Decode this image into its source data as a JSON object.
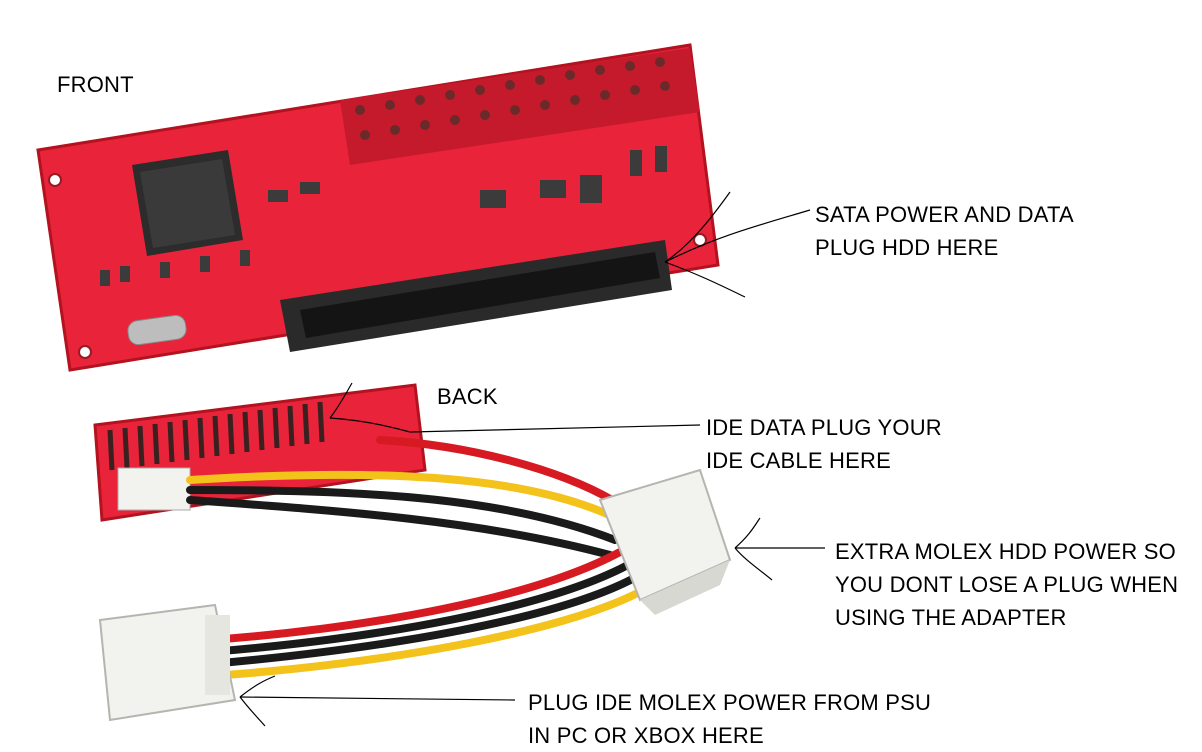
{
  "labels": {
    "front": "FRONT",
    "back": "BACK",
    "sata": [
      "SATA POWER AND DATA",
      "PLUG HDD HERE"
    ],
    "ide_data": [
      "IDE DATA PLUG YOUR",
      "IDE CABLE HERE"
    ],
    "molex_extra": [
      "EXTRA MOLEX HDD POWER SO",
      "YOU DONT LOSE A PLUG WHEN",
      "USING THE ADAPTER"
    ],
    "molex_psu": [
      "PLUG IDE MOLEX POWER FROM PSU",
      "IN PC OR XBOX HERE"
    ]
  },
  "colors": {
    "pcb": "#e8233a",
    "pcb_dark": "#b3121f",
    "connector": "#2a2a2a",
    "molex": "#f2f2ee",
    "wire_red": "#d71921",
    "wire_black": "#1a1a1a",
    "wire_yellow": "#f3c21b",
    "annotation": "#000000"
  }
}
